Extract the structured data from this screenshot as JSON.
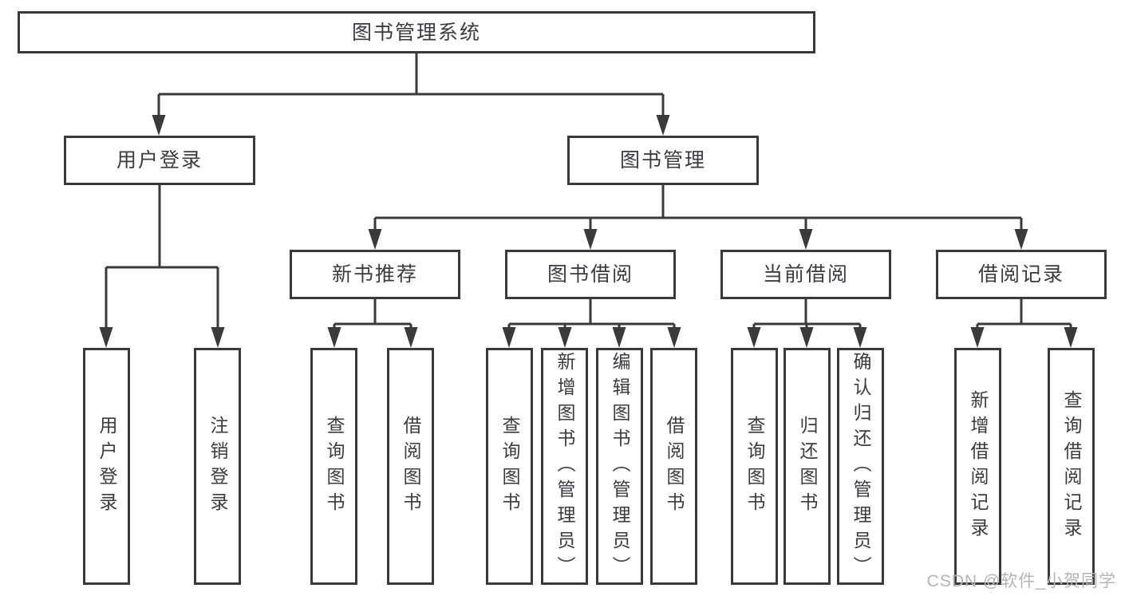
{
  "tree": {
    "root": {
      "label": "图书管理系统"
    },
    "children": [
      {
        "label": "用户登录",
        "children": [
          {
            "label": "用户登录"
          },
          {
            "label": "注销登录"
          }
        ]
      },
      {
        "label": "图书管理",
        "children": [
          {
            "label": "新书推荐",
            "children": [
              {
                "label": "查询图书"
              },
              {
                "label": "借阅图书"
              }
            ]
          },
          {
            "label": "图书借阅",
            "children": [
              {
                "label": "查询图书"
              },
              {
                "label": "新增图书（管理员）"
              },
              {
                "label": "编辑图书（管理员）"
              },
              {
                "label": "借阅图书"
              }
            ]
          },
          {
            "label": "当前借阅",
            "children": [
              {
                "label": "查询图书"
              },
              {
                "label": "归还图书"
              },
              {
                "label": "确认归还（管理员）"
              }
            ]
          },
          {
            "label": "借阅记录",
            "children": [
              {
                "label": "新增借阅记录"
              },
              {
                "label": "查询借阅记录"
              }
            ]
          }
        ]
      }
    ]
  },
  "watermark": "CSDN @软件_小贺同学",
  "colors": {
    "line": "#3a3a3a",
    "text": "#3b3b40",
    "watermark": "#b4b4b8",
    "background": "#ffffff"
  }
}
